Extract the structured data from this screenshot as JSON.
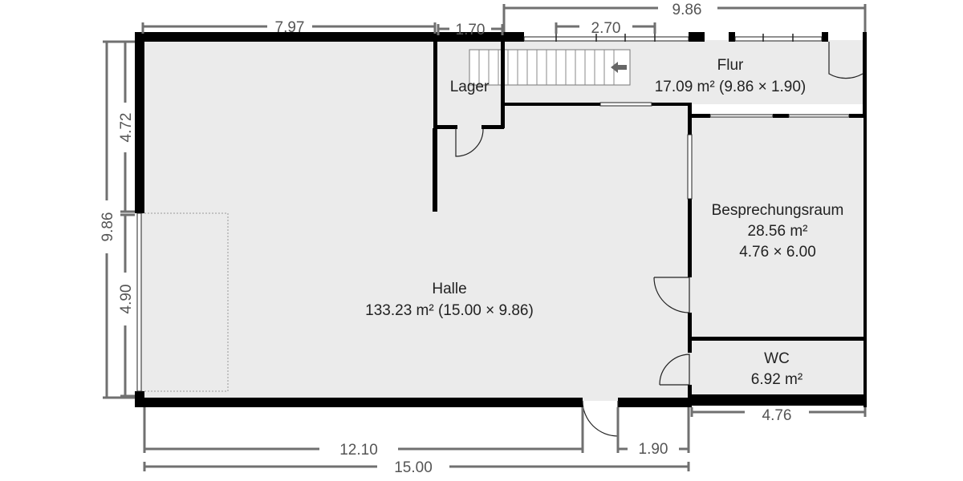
{
  "colors": {
    "floor": "#ebebeb",
    "wall": "#000000",
    "dimension_line": "#707070",
    "dimension_text": "#555555",
    "room_text": "#222222",
    "background": "#ffffff"
  },
  "rooms": {
    "halle": {
      "name": "Halle",
      "area": "133.23 m² (15.00 × 9.86)"
    },
    "flur": {
      "name": "Flur",
      "area": "17.09 m² (9.86 × 1.90)"
    },
    "lager": {
      "name": "Lager"
    },
    "besprechungsraum": {
      "name": "Besprechungsraum",
      "area": "28.56 m²",
      "size": "4.76 × 6.00"
    },
    "wc": {
      "name": "WC",
      "area": "6.92 m²"
    }
  },
  "dimensions": {
    "top_left": "7.97",
    "top_middle": "1.70",
    "top_right_overall": "9.86",
    "top_window": "2.70",
    "left_overall": "9.86",
    "left_upper": "4.72",
    "left_lower": "4.90",
    "bottom_left": "12.10",
    "bottom_door": "1.90",
    "bottom_overall": "15.00",
    "bottom_right": "4.76"
  }
}
